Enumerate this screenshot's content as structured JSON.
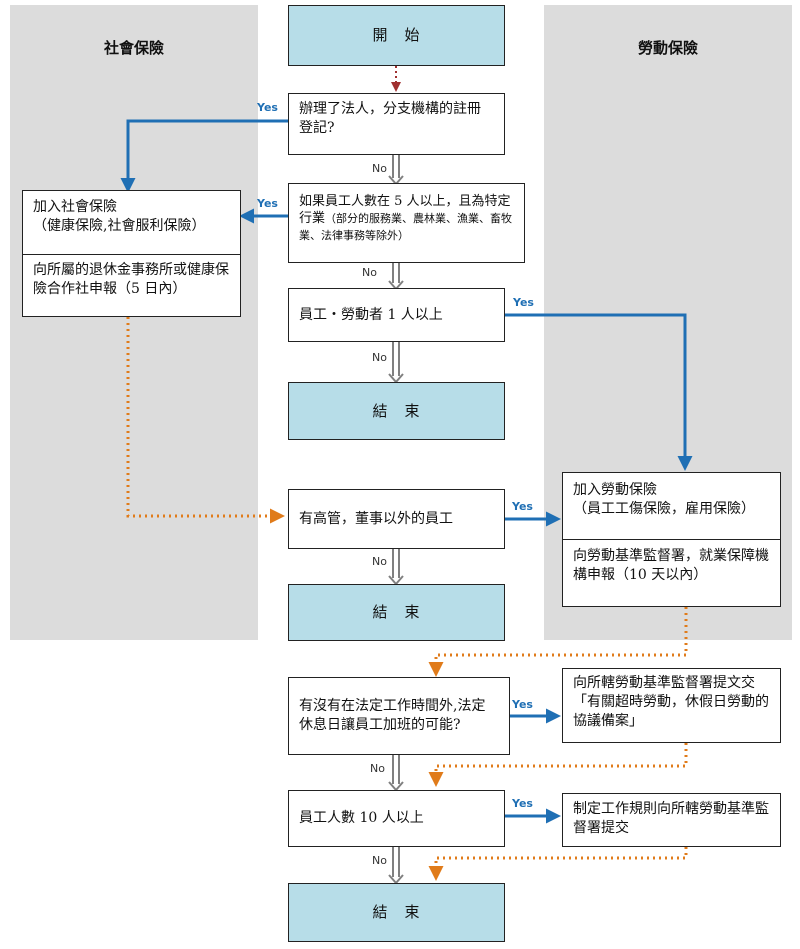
{
  "lanes": {
    "left_title": "社會保險",
    "right_title": "勞動保險"
  },
  "nodes": {
    "start": "開　始",
    "q_registration": "辦理了法人，分支機構的註冊登記?",
    "q_employees_5_main": "如果員工人數在 5 人以上，且為特定行業",
    "q_employees_5_note": "（部分的服務業、農林業、漁業、畜牧業、法律事務等除外）",
    "q_workers_1": "員工・勞動者 1 人以上",
    "end_1": "結　束",
    "social_join_title": "加入社會保險",
    "social_join_items": "（健康保險,社會服利保險）",
    "social_report": "向所屬的退休金事務所或健康保險合作社申報（5 日內）",
    "q_staff_other": "有高管，董事以外的員工",
    "end_2": "結　束",
    "labor_join_title": "加入勞動保險",
    "labor_join_items": "（員工工傷保險，雇用保險）",
    "labor_report": "向勞動基準監督署，就業保障機構申報（10 天以內）",
    "q_overtime": "有沒有在法定工作時間外,法定休息日讓員工加班的可能?",
    "overtime_action": "向所轄勞動基準監督署提文交「有關超時勞動，休假日勞動的協議備案」",
    "q_employees_10": "員工人數 10 人以上",
    "rules_action": "制定工作規則向所轄勞動基準監督署提交",
    "end_3": "結　束"
  },
  "labels": {
    "yes": "Yes",
    "no": "No"
  },
  "colors": {
    "lane_bg": "#dcdcdc",
    "terminal_fill": "#b7dde8",
    "yes_arrow": "#1f6fb4",
    "dotted_connector": "#e07b1a",
    "start_dotted": "#a03030",
    "no_arrow": "#808080"
  }
}
